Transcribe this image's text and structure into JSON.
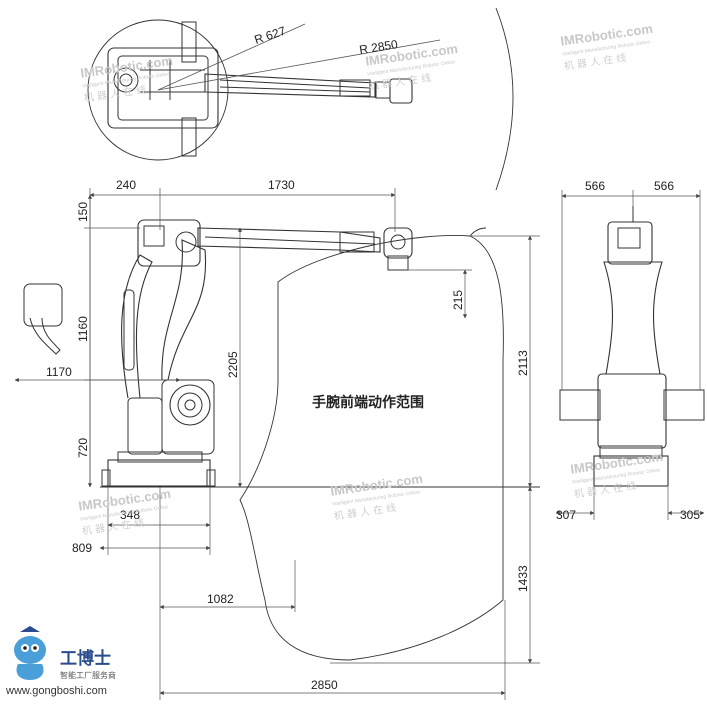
{
  "dimensions": {
    "r_small": "R  627",
    "r_large": "R  2850",
    "top_240": "240",
    "top_1730": "1730",
    "left_150": "150",
    "left_1160": "1160",
    "left_1170": "1170",
    "left_720": "720",
    "mid_2205": "2205",
    "mid_215": "215",
    "right_2113": "2113",
    "right_1433": "1433",
    "bottom_348": "348",
    "bottom_809": "809",
    "bottom_1082": "1082",
    "bottom_2850": "2850",
    "front_566_left": "566",
    "front_566_right": "566",
    "front_307": "307",
    "front_305": "305"
  },
  "work_area_label": "手腕前端动作范围",
  "watermarks": [
    {
      "brand": "IMRobotic.com",
      "tagline": "Intelligent Manufacturing Robotic Online",
      "cn": "机  器  人  在  线"
    },
    {
      "brand": "IMRobotic.com",
      "tagline": "Intelligent Manufacturing Robotic Online",
      "cn": "机  器  人  在  线"
    },
    {
      "brand": "IMRobotic.com",
      "tagline": "Intelligent Manufacturing Robotic Online",
      "cn": "机  器  人  在  线"
    },
    {
      "brand": "IMRobotic.com",
      "tagline": "Intelligent Manufacturing Robotic Online",
      "cn": "机  器  人  在  线"
    },
    {
      "brand": "IMRobotic.com",
      "tagline": "Intelligent Manufacturing Robotic Online",
      "cn": "机  器  人  在  线"
    },
    {
      "brand": "IMRobotic.com",
      "tagline": "Intelligent Manufacturing Robotic Online",
      "cn": "机  器  人  在  线"
    }
  ],
  "brand": {
    "name_cn": "工博士",
    "subtitle_cn": "智能工厂服务商",
    "url": "www.gongboshi.com"
  },
  "colors": {
    "line": "#333333",
    "dim_line": "#555555",
    "watermark": "#c8c8c8",
    "brand_blue": "#2a4b8c",
    "mascot_blue": "#4a9fd8"
  }
}
